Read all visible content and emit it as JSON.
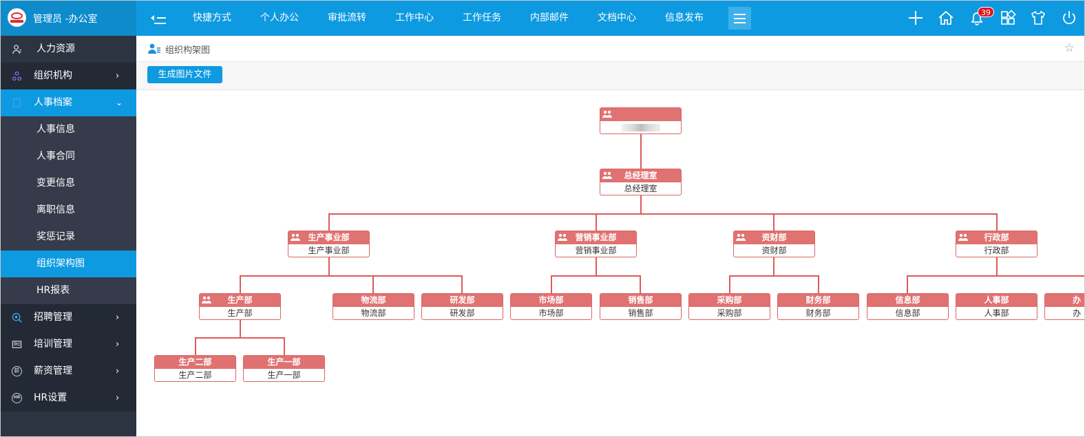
{
  "app": {
    "title": "管理员 -办公室"
  },
  "topnav": {
    "items": [
      "快捷方式",
      "个人办公",
      "审批流转",
      "工作中心",
      "工作任务",
      "内部邮件",
      "文档中心",
      "信息发布"
    ],
    "notification_count": "39"
  },
  "sidebar": {
    "items": [
      {
        "label": "人力资源",
        "icon": "person-icon"
      },
      {
        "label": "组织机构",
        "icon": "org-icon"
      },
      {
        "label": "人事档案",
        "icon": "archive-icon"
      },
      {
        "label": "人事信息"
      },
      {
        "label": "人事合同"
      },
      {
        "label": "变更信息"
      },
      {
        "label": "离职信息"
      },
      {
        "label": "奖惩记录"
      },
      {
        "label": "组织架构图"
      },
      {
        "label": "HR报表"
      },
      {
        "label": "招聘管理",
        "icon": "recruit-icon"
      },
      {
        "label": "培训管理",
        "icon": "training-icon"
      },
      {
        "label": "薪资管理",
        "icon": "salary-icon",
        "glyph": "薪"
      },
      {
        "label": "HR设置",
        "icon": "hr-settings-icon",
        "glyph": "HR"
      }
    ]
  },
  "breadcrumb": {
    "title": "组织构架图"
  },
  "toolbar": {
    "generate_label": "生成图片文件"
  },
  "org": {
    "root": {
      "title": "",
      "name": ""
    },
    "gm": {
      "title": "总经理室",
      "name": "总经理室"
    },
    "prod_bu": {
      "title": "生产事业部",
      "name": "生产事业部"
    },
    "sales_bu": {
      "title": "营销事业部",
      "name": "营销事业部"
    },
    "finance": {
      "title": "资财部",
      "name": "资财部"
    },
    "admin": {
      "title": "行政部",
      "name": "行政部"
    },
    "production": {
      "title": "生产部",
      "name": "生产部"
    },
    "logistics": {
      "title": "物流部",
      "name": "物流部"
    },
    "rnd": {
      "title": "研发部",
      "name": "研发部"
    },
    "market": {
      "title": "市场部",
      "name": "市场部"
    },
    "sales": {
      "title": "销售部",
      "name": "销售部"
    },
    "purchase": {
      "title": "采购部",
      "name": "采购部"
    },
    "accounting": {
      "title": "财务部",
      "name": "财务部"
    },
    "info": {
      "title": "信息部",
      "name": "信息部"
    },
    "hr": {
      "title": "人事部",
      "name": "人事部"
    },
    "office": {
      "title": "办",
      "name": "办"
    },
    "prod2": {
      "title": "生产二部",
      "name": "生产二部"
    },
    "prod1": {
      "title": "生产一部",
      "name": "生产一部"
    }
  },
  "colors": {
    "primary": "#0e9ae0",
    "sidebar": "#2d3441",
    "node_header": "#e07272",
    "connector": "#dc5a5a"
  }
}
